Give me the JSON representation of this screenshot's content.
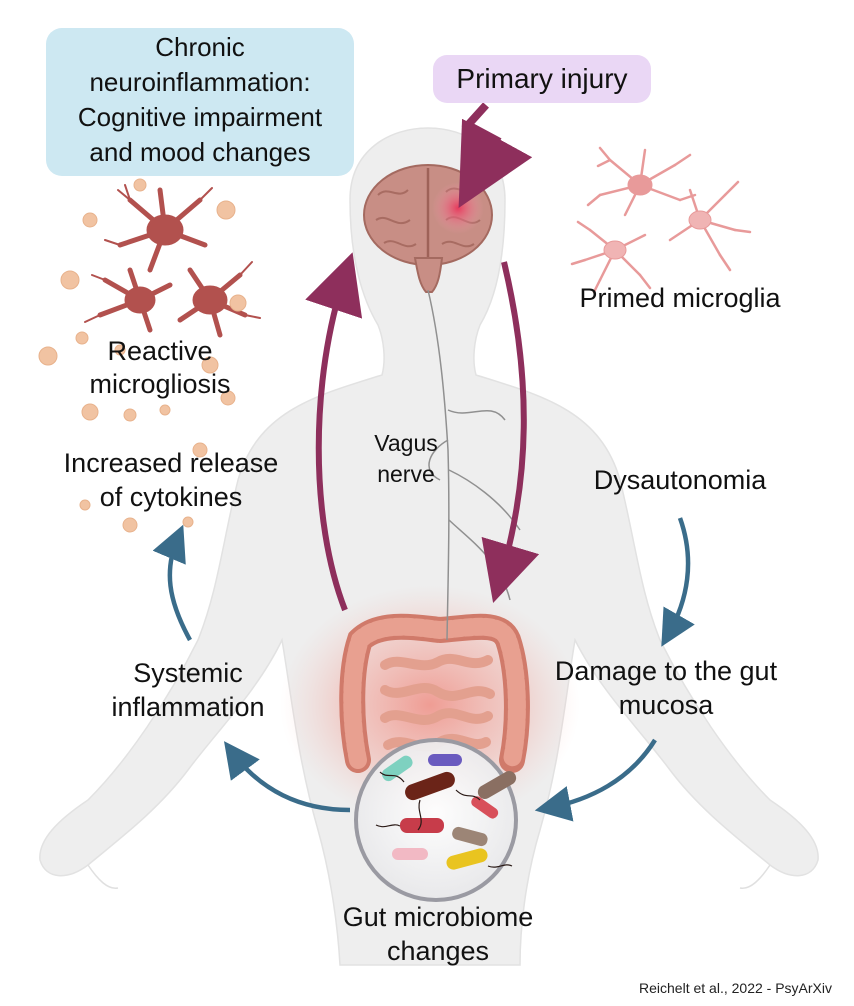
{
  "labels": {
    "chronic_line1": "Chronic",
    "chronic_line2": "neuroinflammation:",
    "chronic_line3": "Cognitive impairment",
    "chronic_line4": "and mood changes",
    "primary_injury": "Primary injury",
    "primed_microglia": "Primed microglia",
    "reactive_line1": "Reactive",
    "reactive_line2": "microgliosis",
    "cytokines_line1": "Increased release",
    "cytokines_line2": "of cytokines",
    "vagus_line1": "Vagus",
    "vagus_line2": "nerve",
    "dysautonomia": "Dysautonomia",
    "damage_line1": "Damage to the gut",
    "damage_line2": "mucosa",
    "systemic_line1": "Systemic",
    "systemic_line2": "inflammation",
    "microbiome_line1": "Gut microbiome",
    "microbiome_line2": "changes"
  },
  "credit": "Reichelt et al., 2022 - PsyArXiv",
  "colors": {
    "chronic_box": "#cde8f2",
    "injury_box": "#ead7f5",
    "maroon_arrow": "#8e2f5c",
    "teal_arrow": "#3a6c8a",
    "body_silhouette": "#eeeeee",
    "reactive_microglia": "#b2514e",
    "primed_microglia": "#e89a9a",
    "cytokine_dots": "#f1c3a2"
  }
}
